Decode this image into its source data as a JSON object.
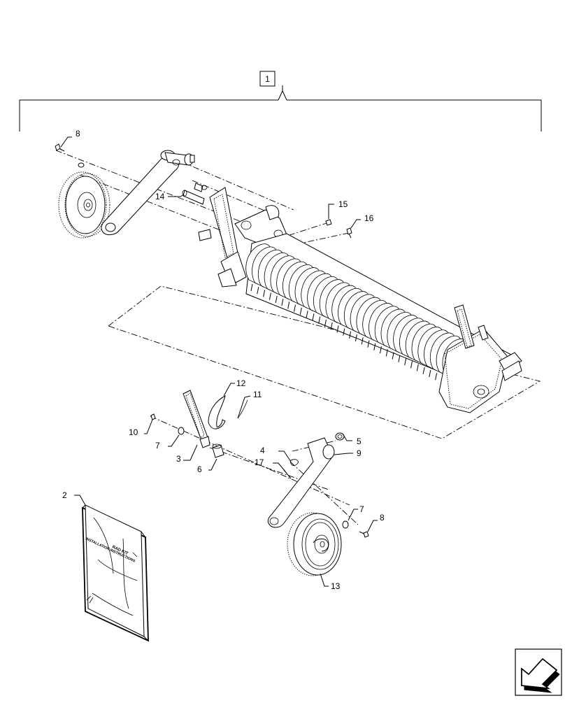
{
  "diagram": {
    "assembly_callout": "1",
    "callouts": {
      "manual": "2",
      "spring_bracket": "3",
      "cotter_pin": "4",
      "ring": "5",
      "pin": "6",
      "washer_left": "7",
      "washer_right": "7",
      "bolt_top_left": "8",
      "bolt_right": "8",
      "lever_arm": "9",
      "small_bolt": "10",
      "clip": "11",
      "wire_loop": "12",
      "wheel_right": "13",
      "bushing": "14",
      "nut_top": "15",
      "bolt_top_right": "16",
      "lock_pin": "17"
    },
    "manual_cover_text": {
      "line1": "RAD KIT",
      "line2": "INSTALLATION INSTRUCTIONS"
    }
  }
}
